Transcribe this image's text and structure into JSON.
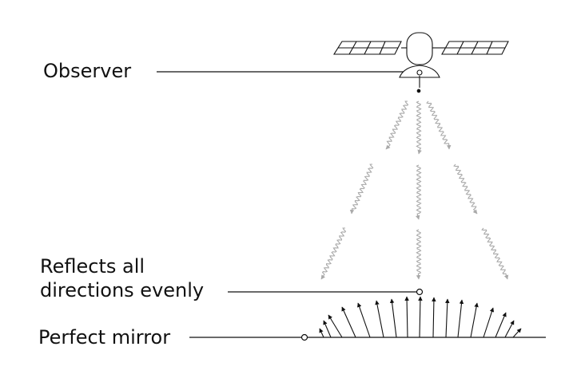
{
  "labels": {
    "observer": "Observer",
    "reflects_line1": "Reflects all",
    "reflects_line2": "directions evenly",
    "mirror": "Perfect mirror"
  },
  "colors": {
    "ink": "#111111",
    "wave": "#a9a9a9"
  },
  "icons": {
    "satellite": "satellite-icon"
  }
}
